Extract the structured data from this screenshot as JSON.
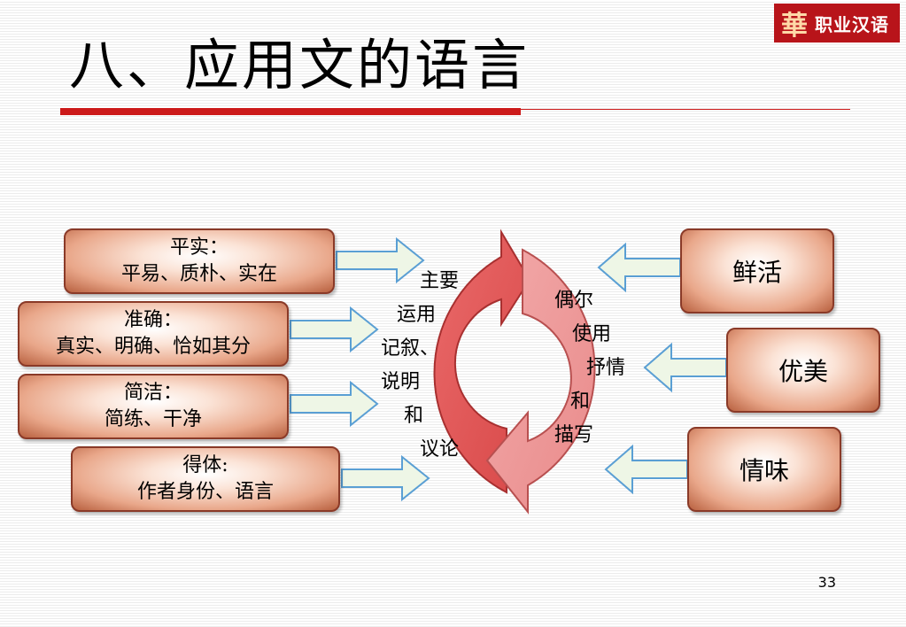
{
  "slide": {
    "title": "八、应用文的语言",
    "page_number": "33"
  },
  "logo": {
    "mark": "華",
    "text": "职业汉语"
  },
  "left_boxes": [
    {
      "head": "平实：",
      "body": "平易、质朴、实在"
    },
    {
      "head": "准确：",
      "body": "真实、明确、恰如其分"
    },
    {
      "head": "简洁：",
      "body": "简练、干净"
    },
    {
      "head": "得体:",
      "body": "作者身份、语言"
    }
  ],
  "right_boxes": [
    {
      "label": "鲜活"
    },
    {
      "label": "优美"
    },
    {
      "label": "情味"
    }
  ],
  "cycle_left_lines": [
    "主要",
    "运用",
    "记叙、",
    "说明",
    "和",
    "议论"
  ],
  "cycle_right_lines": [
    "偶尔",
    "使用",
    "抒情",
    "和",
    "描写"
  ],
  "colors": {
    "title_rule": "#cc1a1a",
    "logo_bg": "#b8141a",
    "cycle_left": "#e05555",
    "cycle_right": "#ee9999",
    "block_arrow_fill": "#eef6e6",
    "block_arrow_stroke": "#5a9fd4"
  }
}
